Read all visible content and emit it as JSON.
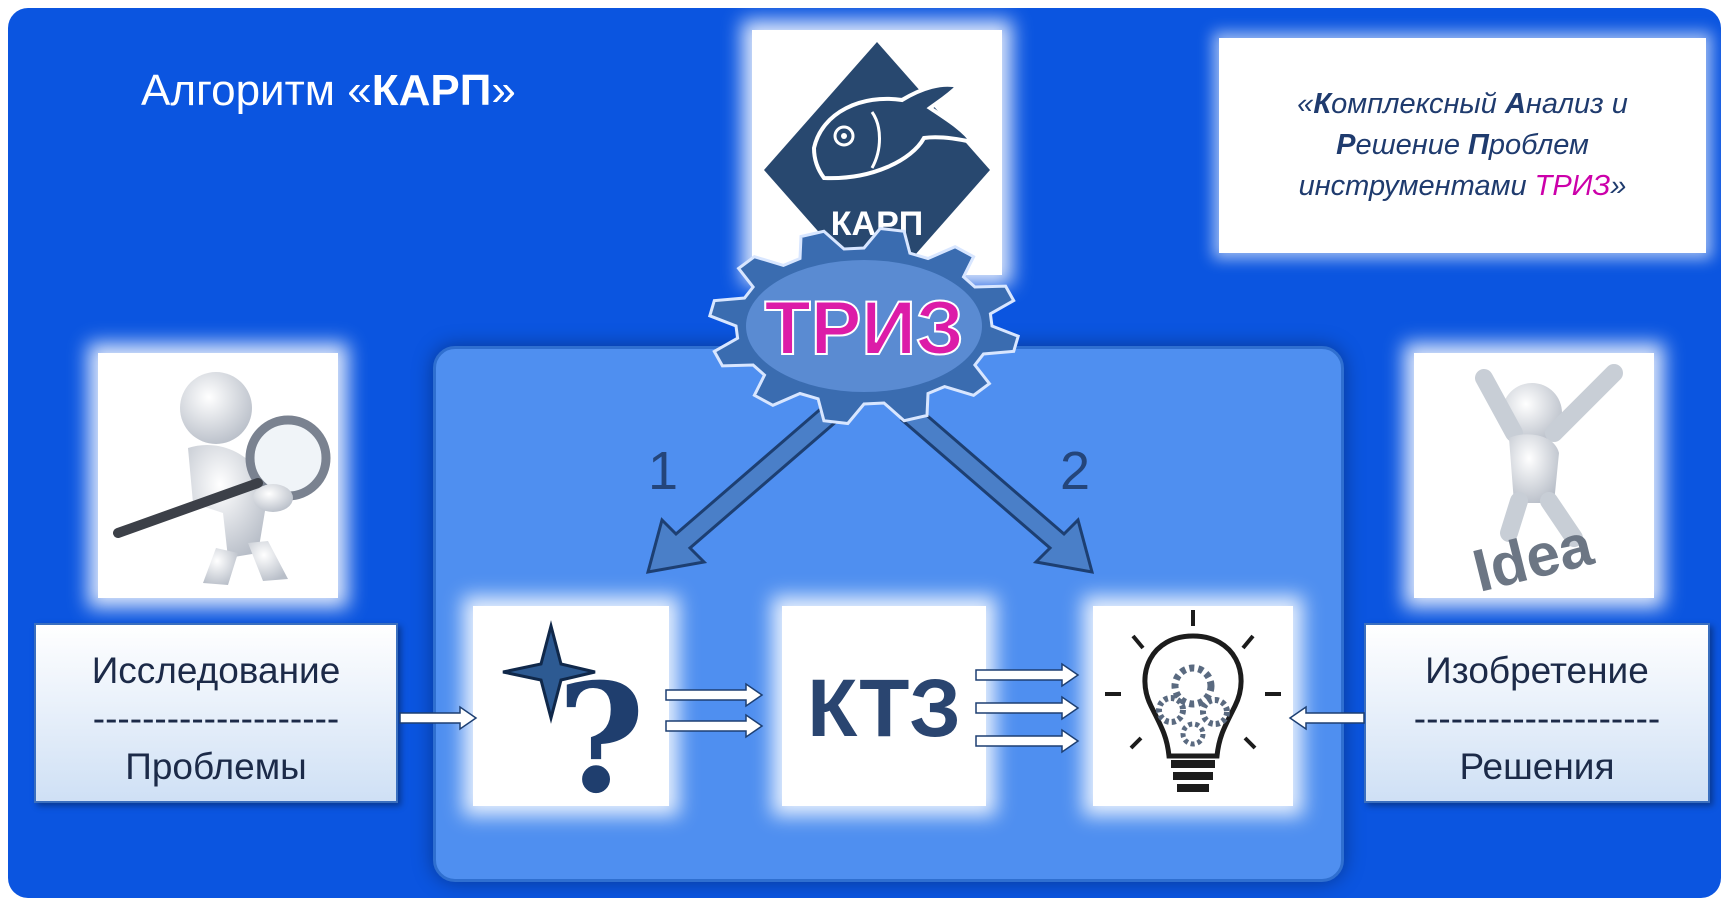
{
  "title": {
    "prefix": "Алгоритм «",
    "bold": "КАРП",
    "suffix": "»"
  },
  "description": {
    "line1": [
      {
        "t": "«",
        "b": false
      },
      {
        "t": "К",
        "b": true
      },
      {
        "t": "омплексный ",
        "b": false
      },
      {
        "t": "А",
        "b": true
      },
      {
        "t": "нализ и",
        "b": false
      }
    ],
    "line2": [
      {
        "t": "Р",
        "b": true
      },
      {
        "t": "ешение ",
        "b": false
      },
      {
        "t": "П",
        "b": true
      },
      {
        "t": "роблем",
        "b": false
      }
    ],
    "line3_prefix": "инструментами ",
    "line3_triz": "ТРИЗ",
    "line3_suffix": "»"
  },
  "logo_label": "КАРП",
  "gear_label": "ТРИЗ",
  "step1": "1",
  "step2": "2",
  "ktz_label": "КТЗ",
  "left_box": {
    "top": "Исследование",
    "divider": "--------------------",
    "bottom": "Проблемы"
  },
  "right_box": {
    "top": "Изобретение",
    "divider": "--------------------",
    "bottom": "Решения"
  },
  "idea_text": "Idea",
  "colors": {
    "background": "#0b55e0",
    "panel": "#4f8ff0",
    "accent_magenta": "#cc00aa",
    "logo_navy": "#28486f"
  },
  "icons": [
    "fish-logo-icon",
    "gear-icon",
    "magnifier-person-icon",
    "question-star-icon",
    "lightbulb-gears-icon",
    "jumping-person-idea-icon"
  ]
}
